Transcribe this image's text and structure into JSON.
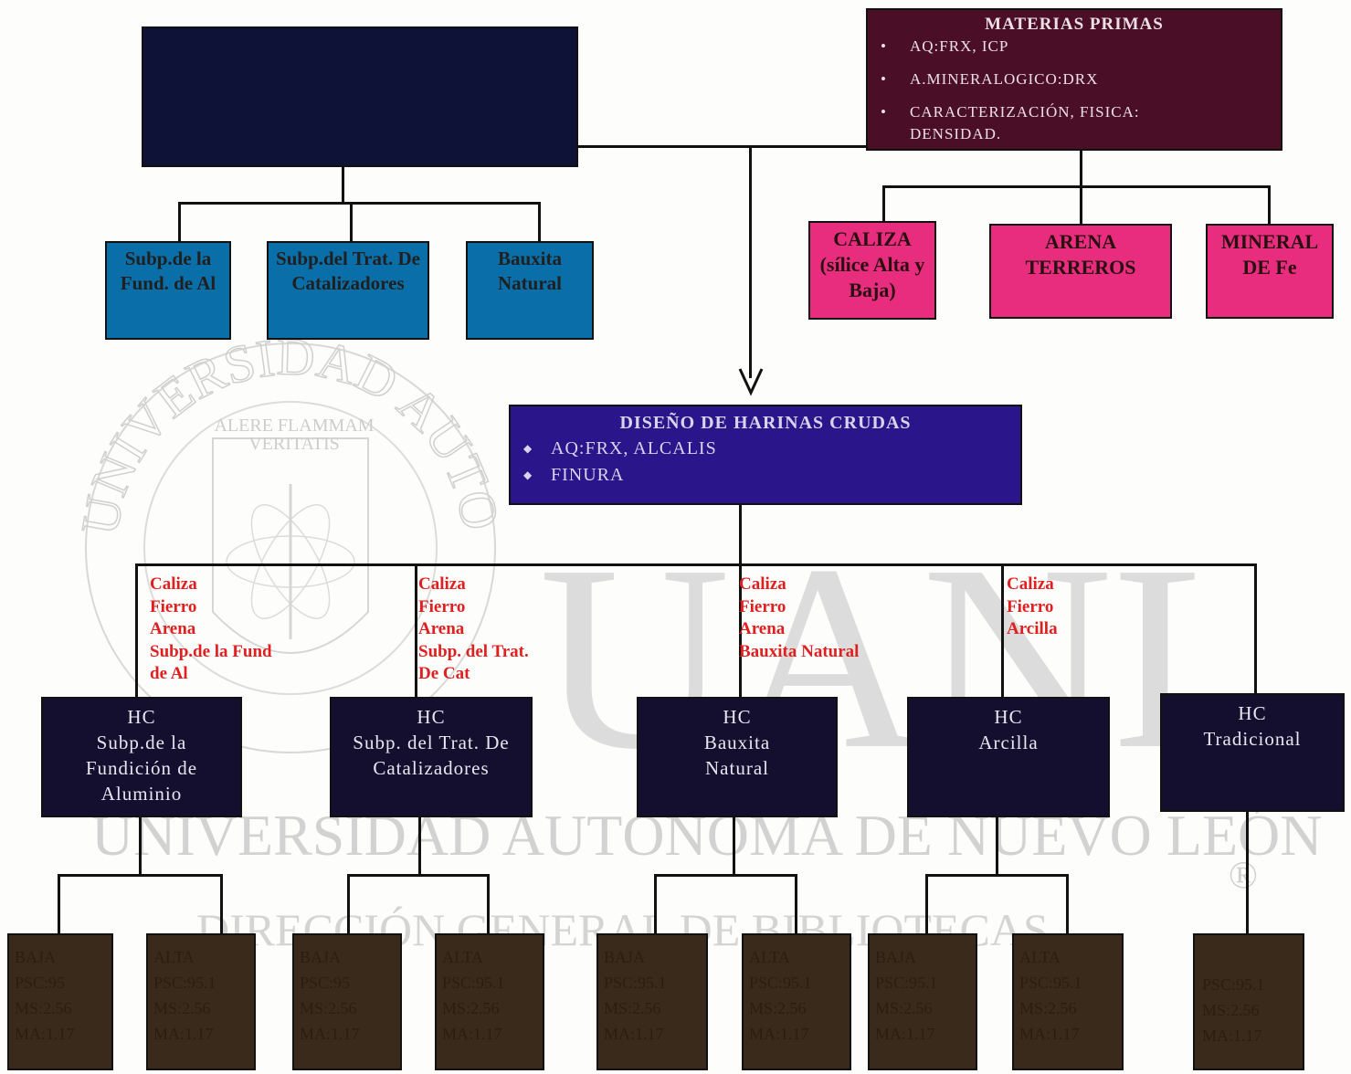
{
  "materias_primas": {
    "title": "MATERIAS PRIMAS",
    "items": [
      "AQ:FRX, ICP",
      "A.MINERALOGICO:DRX",
      "CARACTERIZACIÓN, FISICA: DENSIDAD."
    ]
  },
  "subproducts": [
    "Subp.de la Fund. de Al",
    "Subp.del Trat. De Catalizadores",
    "Bauxita Natural"
  ],
  "raw_materials": [
    "CALIZA (sílice Alta y Baja)",
    "ARENA TERREROS",
    "MINERAL DE Fe"
  ],
  "diseno": {
    "title": "DISEÑO DE HARINAS CRUDAS",
    "items": [
      "AQ:FRX, ALCALIS",
      "FINURA"
    ]
  },
  "mix_labels": [
    "Caliza\nFierro\nArena\nSubp.de la Fund\nde Al",
    "Caliza\nFierro\nArena\nSubp. del Trat.\nDe Cat",
    "Caliza\nFierro\nArena\nBauxita Natural",
    "Caliza\nFierro\nArcilla"
  ],
  "hc_boxes": [
    "HC\nSubp.de la\nFundición de\nAluminio",
    "HC\nSubp. del Trat. De\nCatalizadores",
    "HC\nBauxita\nNatural",
    "HC\nArcilla",
    "HC\nTradicional"
  ],
  "products": [
    "BAJA\nPSC:95\nMS:2.56\nMA:1.17",
    "ALTA\nPSC:95.1\nMS:2.56\nMA:1.17",
    "BAJA\nPSC:95\nMS:2.56\nMA:1.17",
    "ALTA\nPSC:95.1\nMS:2.56\nMA:1.17",
    "BAJA\nPSC:95.1\nMS:2.56\nMA:1.17",
    "ALTA\nPSC:95.1\nMS:2.56\nMA:1.17",
    "BAJA\nPSC:95.1\nMS:2.56\nMA:1.17",
    "ALTA\nPSC:95.1\nMS:2.56\nMA:1.17",
    "PSC:95.1\nMS:2.56\nMA:1.17"
  ],
  "watermark": {
    "uanl": "UANL",
    "university": "UNIVERSIDAD AUTÓNOMA DE NUEVO LEÓN",
    "direccion": "DIRECCIÓN GENERAL DE BIBLIOTECAS",
    "seal_ring": "UNIVERSIDAD AUTONOMA DE NUEVO LEON",
    "motto": "ALERE FLAMMAM VERITATIS",
    "registered": "®"
  },
  "colors": {
    "dark_header": "#0e1236",
    "materias": "#4a0f26",
    "blue": "#0a6ea8",
    "pink": "#e92d7e",
    "diseno": "#2a168a",
    "hc": "#140f2e",
    "product": "#3a2a1c",
    "red_text": "#e02020"
  }
}
